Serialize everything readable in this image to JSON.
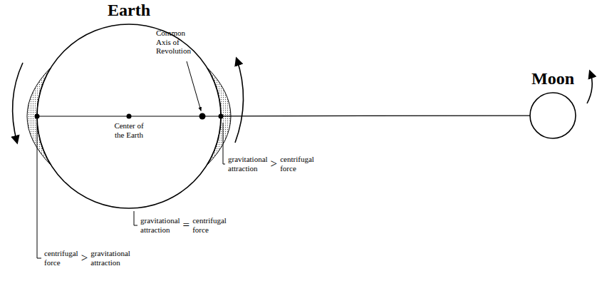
{
  "diagram": {
    "nodes": [
      {
        "text": [
          "Earth"
        ]
      },
      {
        "text": [
          "Moon"
        ]
      }
    ],
    "edges": [
      {
        "from": 0,
        "to": 1,
        "arrow": "none"
      }
    ],
    "labels": [
      "Common Axis of Revolution",
      "Center of the Earth",
      "gravitational attraction",
      ">",
      "centrifugal force",
      "gravitational attraction",
      "=",
      "centrifugal force",
      "centrifugal force",
      ">",
      "gravitational attraction"
    ]
  }
}
